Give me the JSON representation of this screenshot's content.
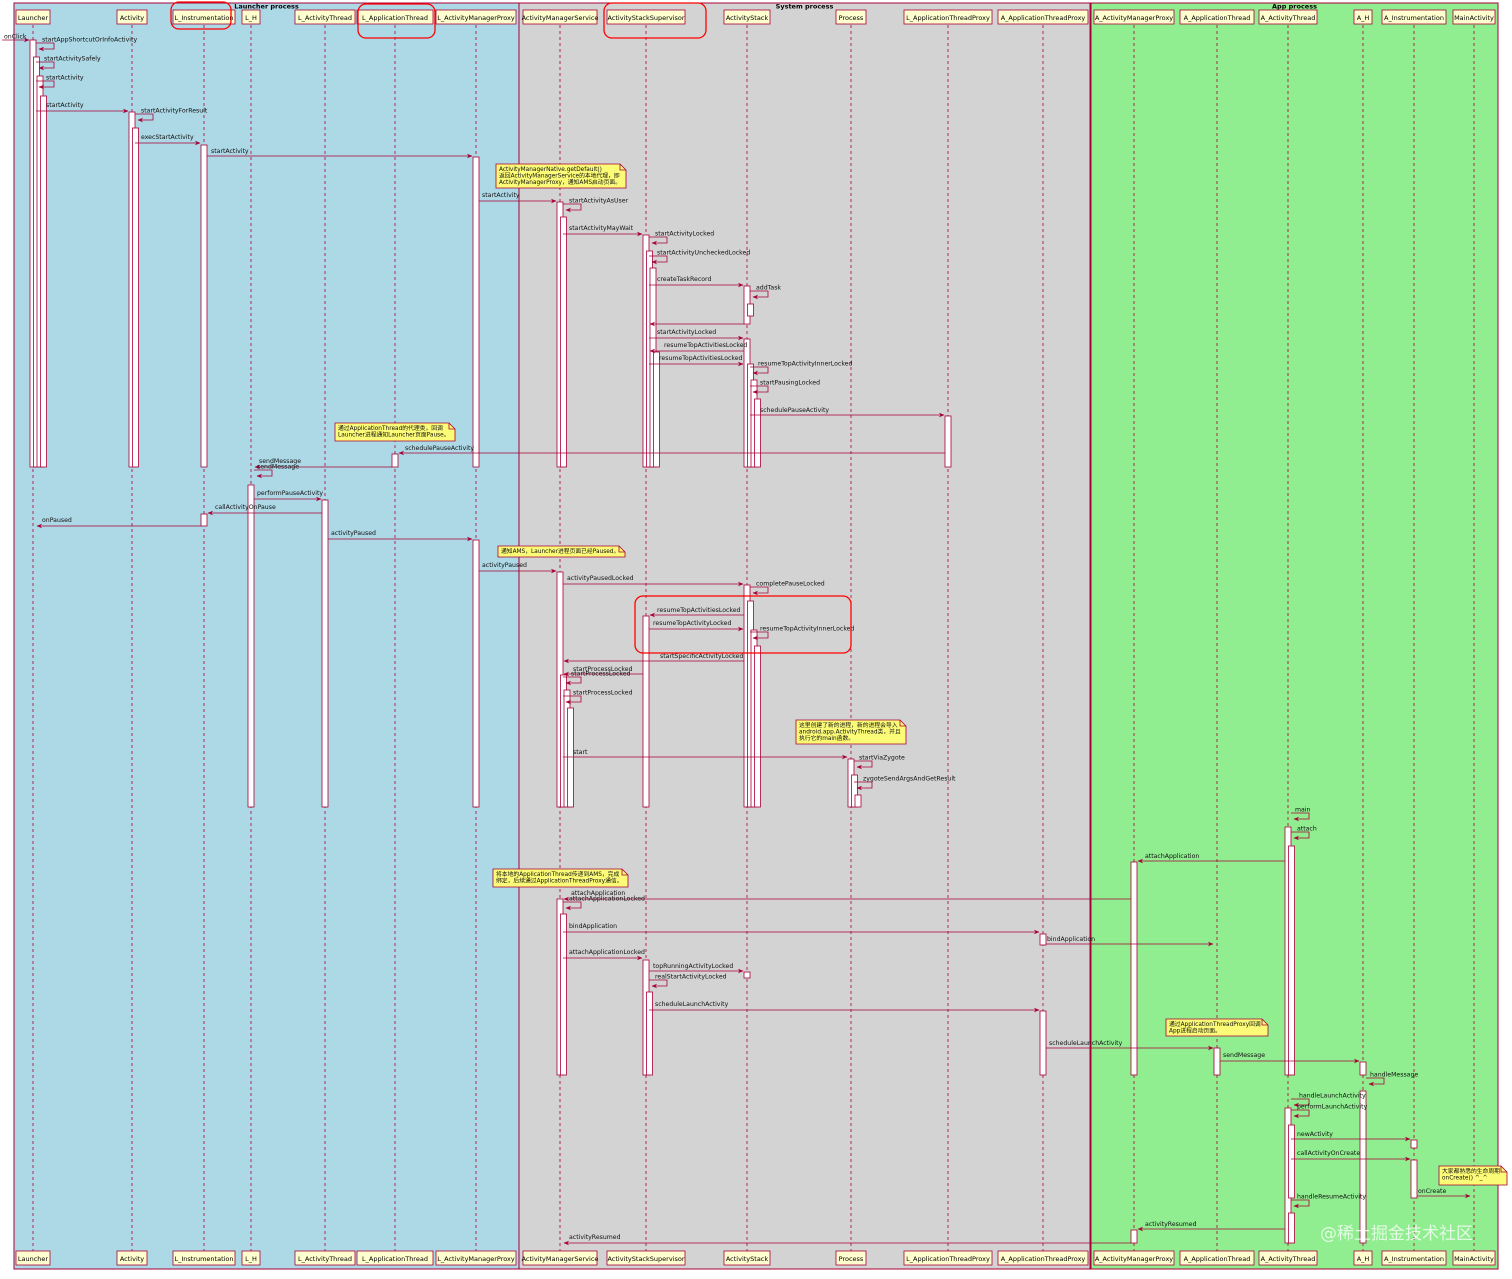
{
  "diagram": {
    "entry_message": "onClick",
    "groups": [
      {
        "title": "Launcher process",
        "color": "#add8e6"
      },
      {
        "title": "System process",
        "color": "#d3d3d3"
      },
      {
        "title": "App process",
        "color": "#90ee90"
      }
    ],
    "participants": [
      "Launcher",
      "Activity",
      "L_Instrumentation",
      "L_H",
      "L_ActivityThread",
      "L_ApplicationThread",
      "L_ActivityManagerProxy",
      "ActivityManagerService",
      "ActivityStackSupervisor",
      "ActivityStack",
      "Process",
      "L_ApplicationThreadProxy",
      "A_ApplicationThreadProxy",
      "A_ActivityManagerProxy",
      "A_ApplicationThread",
      "A_ActivityThread",
      "A_H",
      "A_Instrumentation",
      "MainActivity"
    ],
    "messages": [
      "startAppShortcutOrInfoActivity",
      "startActivitySafely",
      "startActivity",
      "startActivity",
      "startActivityForResult",
      "execStartActivity",
      "startActivity",
      "startActivity",
      "startActivityAsUser",
      "startActivityMayWait",
      "startActivityLocked",
      "startActivityUncheckedLocked",
      "createTaskRecord",
      "addTask",
      "",
      "startActivityLocked",
      "resumeTopActivitiesLocked",
      "resumeTopActivitiesLocked",
      "resumeTopActivityInnerLocked",
      "startPausingLocked",
      "schedulePauseActivity",
      "schedulePauseActivity",
      "sendMessage",
      "sendMessage",
      "performPauseActivity",
      "callActivityOnPause",
      "onPaused",
      "activityPaused",
      "activityPaused",
      "activityPausedLocked",
      "completePauseLocked",
      "resumeTopActivitiesLocked",
      "resumeTopActivityLocked",
      "resumeTopActivityInnerLocked",
      "startSpecificActivityLocked",
      "startProcessLocked",
      "startProcessLocked",
      "startProcessLocked",
      "start",
      "startViaZygote",
      "zygoteSendArgsAndGetResult",
      "main",
      "attach",
      "attachApplication",
      "attachApplication",
      "attachApplicationLocked",
      "bindApplication",
      "bindApplication",
      "attachApplicationLocked",
      "topRunningActivityLocked",
      "realStartActivityLocked",
      "scheduleLaunchActivity",
      "scheduleLaunchActivity",
      "sendMessage",
      "handleMessage",
      "handleLaunchActivity",
      "performLaunchActivity",
      "newActivity",
      "callActivityOnCreate",
      "onCreate",
      "handleResumeActivity",
      "activityResumed",
      "activityResumed"
    ],
    "notes": [
      [
        "ActivityManagerNative.getDefault()",
        "返回ActivityManagerService的本地代理，即",
        "ActivityManagerProxy，通知AMS启动页面。"
      ],
      [
        "通过ApplicationThread的代理类，回调",
        "Launcher进程通知Launcher页面Pause。"
      ],
      [
        "通知AMS，Launcher进程页面已经Paused。"
      ],
      [
        "这里创建了新的进程，新的进程会导入",
        "android.app.ActivityThread类，并且",
        "执行它的main函数。"
      ],
      [
        "将本地的ApplicationThread传递到AMS，完成",
        "绑定，后续通过ApplicationThreadProxy通信。"
      ],
      [
        "通过ApplicationThreadProxy回调",
        "App进程启动页面。"
      ],
      [
        "大家都熟悉的生命周期",
        "onCreate() ^_^"
      ]
    ],
    "watermark": "@稀土掘金技术社区"
  },
  "colors": {
    "launcher_bg": "#add8e6",
    "system_bg": "#d3d3d3",
    "app_bg": "#90ee90",
    "group_border": "#a80036",
    "arrow": "#a80036",
    "participant_fill": "#fefece",
    "note_fill": "#fbfb77",
    "highlight": "#ff0000"
  }
}
